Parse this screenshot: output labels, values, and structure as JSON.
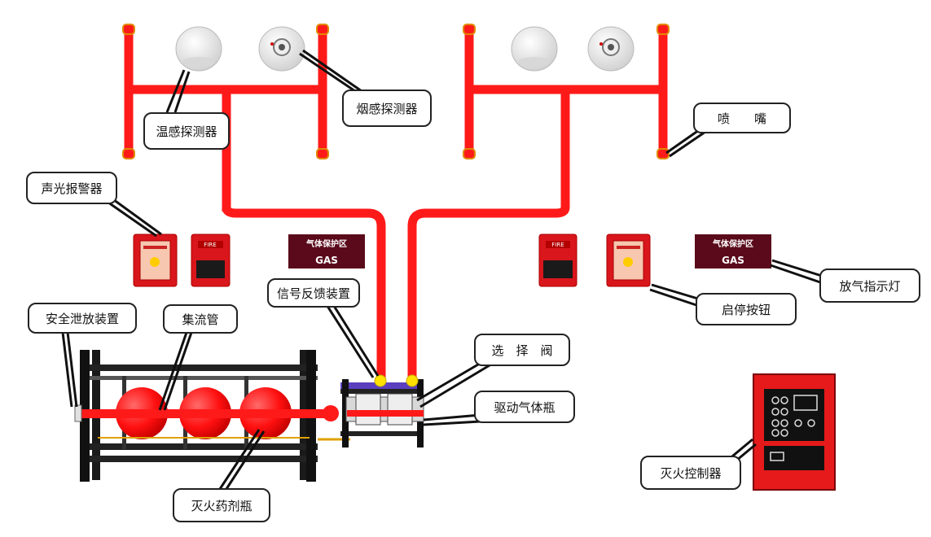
{
  "labels": {
    "heat_detector": "温感探测器",
    "smoke_detector": "烟感探测器",
    "nozzle": "喷　　嘴",
    "sound_light_alarm": "声光报警器",
    "signal_feedback": "信号反馈装置",
    "safety_relief": "安全泄放装置",
    "manifold": "集流管",
    "selector_valve": "选　择　阀",
    "drive_gas_bottle": "驱动气体瓶",
    "start_stop_button": "启停按钮",
    "discharge_indicator": "放气指示灯",
    "extinguishing_agent_bottle": "灭火药剂瓶",
    "fire_controller": "灭火控制器"
  },
  "signs": {
    "gas_zone_text": "气体保护区",
    "gas_text": "GAS",
    "fire_text": "FIRE"
  },
  "colors": {
    "pipe": "#ff1a1a",
    "alarm_red": "#d9161c",
    "sign_dark": "#5a0a1a",
    "frame_black": "#1a1a1a",
    "signal_yellow": "#ffe000",
    "valve_purple": "#5b3fbf",
    "controller_red": "#e61a1a"
  }
}
